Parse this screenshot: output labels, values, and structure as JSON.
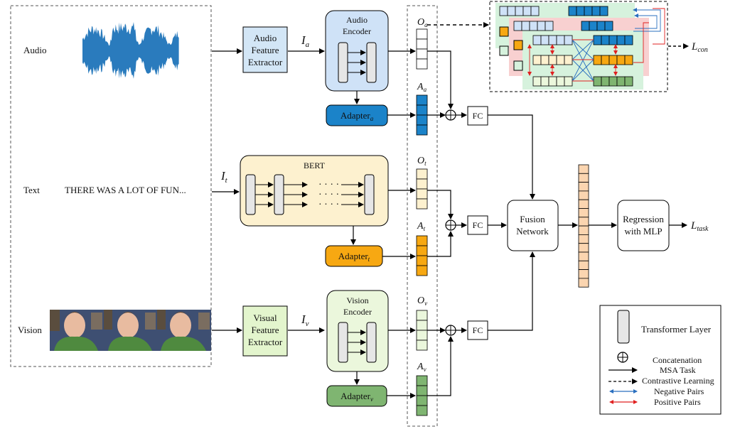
{
  "inputs": {
    "audio_label": "Audio",
    "text_label": "Text",
    "text_sample": "THERE WAS A LOT OF FUN...",
    "vision_label": "Vision"
  },
  "audio": {
    "feature_extractor": [
      "Audio",
      "Feature",
      "Extractor"
    ],
    "input_symbol": "I",
    "input_sub": "a",
    "encoder": [
      "Audio",
      "Encoder"
    ],
    "adapter": "Adapter",
    "adapter_sub": "a",
    "output_symbol": "O",
    "output_sub": "a",
    "adapter_out_symbol": "A",
    "adapter_out_sub": "a",
    "fc": "FC"
  },
  "text": {
    "input_symbol": "I",
    "input_sub": "t",
    "encoder": "BERT",
    "dots": "· · · ·",
    "adapter": "Adapter",
    "adapter_sub": "t",
    "output_symbol": "O",
    "output_sub": "t",
    "adapter_out_symbol": "A",
    "adapter_out_sub": "t",
    "fc": "FC"
  },
  "vision": {
    "feature_extractor": [
      "Visual",
      "Feature",
      "Extractor"
    ],
    "input_symbol": "I",
    "input_sub": "v",
    "encoder": [
      "Vision",
      "Encoder"
    ],
    "adapter": "Adapter",
    "adapter_sub": "v",
    "output_symbol": "O",
    "output_sub": "v",
    "adapter_out_symbol": "A",
    "adapter_out_sub": "v",
    "fc": "FC"
  },
  "fusion": [
    "Fusion",
    "Network"
  ],
  "regression": [
    "Regression",
    "with MLP"
  ],
  "losses": {
    "con_symbol": "L",
    "con_sub": "con",
    "task_symbol": "L",
    "task_sub": "task"
  },
  "legend": {
    "transformer": "Transformer Layer",
    "concatenation": "Concatenation",
    "msa_task": "MSA Task",
    "contrastive": "Contrastive Learning",
    "negative": "Negative Pairs",
    "positive": "Positive Pairs"
  },
  "colors": {
    "audio_fill": "#cfe2f7",
    "audio_adapter": "#1b83c9",
    "text_fill": "#fdf1cf",
    "text_adapter": "#f7a812",
    "vision_fill": "#ebf7dc",
    "vision_adapter": "#7fb571",
    "extractor_fill": "#d3e6f6",
    "visual_extractor_fill": "#e3f5cd",
    "concat_fill": "#fbd5b0",
    "negative_pair": "#2a6fbf",
    "positive_pair": "#e02020"
  }
}
